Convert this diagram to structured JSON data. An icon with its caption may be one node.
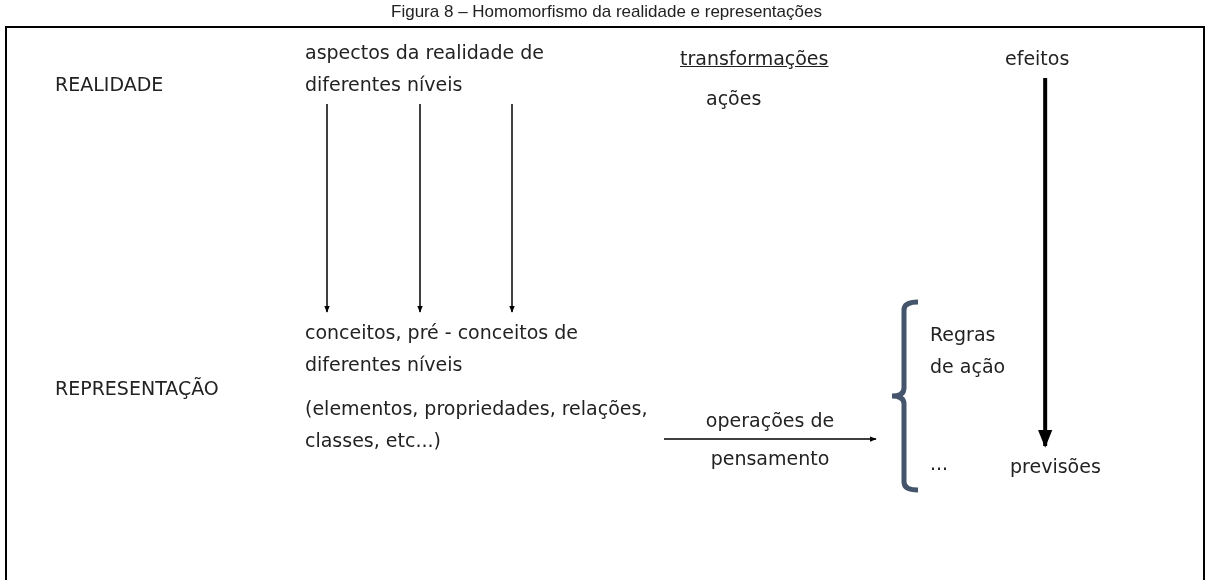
{
  "diagram": {
    "title": "Figura 8 – Homomorfismo da realidade e representações",
    "nodes": [
      {
        "text": [
          "aspectos da realidade de diferentes níveis"
        ]
      },
      {
        "text": [
          "conceitos, pré - conceitos de diferentes níveis",
          "(elementos, propriedades, relações, classes, etc...)"
        ]
      },
      {
        "text": [],
        "shape": "bracket"
      },
      {
        "text": [
          "Regras de ação"
        ]
      },
      {
        "text": [
          "..."
        ]
      },
      {
        "text": [
          "efeitos"
        ]
      },
      {
        "text": [
          "previsões"
        ]
      }
    ],
    "edges": [
      {
        "from": 0,
        "to": 1,
        "arrow": "to"
      },
      {
        "from": 0,
        "to": 1,
        "arrow": "to"
      },
      {
        "from": 0,
        "to": 1,
        "arrow": "to"
      },
      {
        "from": 1,
        "to": 2,
        "arrow": "to",
        "label": "operações de pensamento"
      },
      {
        "from": 5,
        "to": 6,
        "arrow": "to",
        "style": "thick"
      }
    ],
    "labels": [
      "REALIDADE",
      "transformações",
      "ações",
      "REPRESENTAÇÃO"
    ]
  }
}
